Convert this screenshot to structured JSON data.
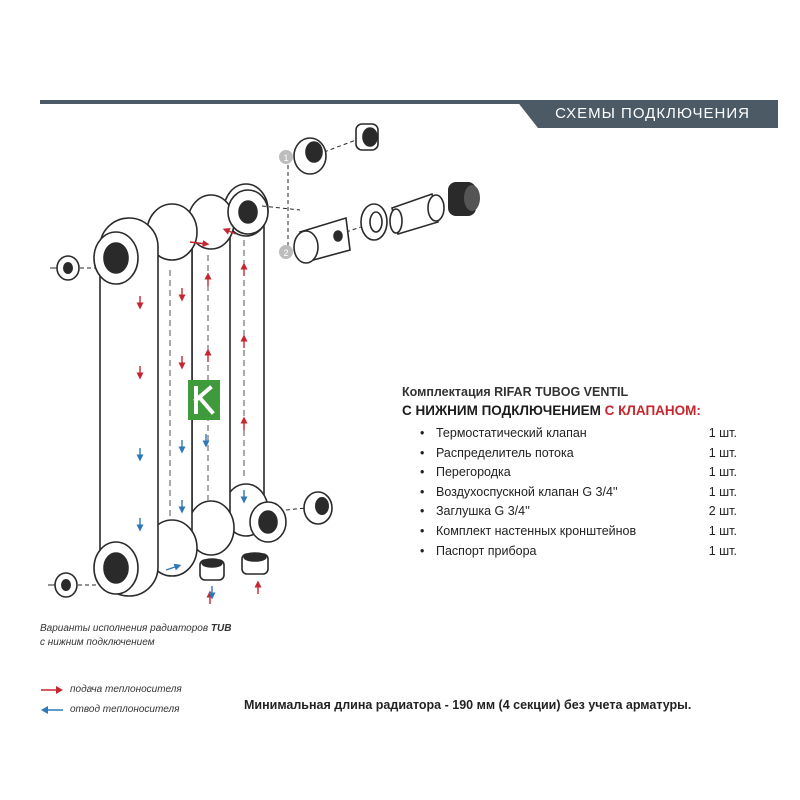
{
  "banner": {
    "title": "СХЕМЫ ПОДКЛЮЧЕНИЯ",
    "color": "#4b5a64"
  },
  "diagram": {
    "callouts": [
      "1",
      "2"
    ],
    "logo_color": "#3f9a3b",
    "supply_color": "#c6262e",
    "return_color": "#2f78b7"
  },
  "spec": {
    "heading": "Комплектация RIFAR TUBOG VENTIL",
    "sub_main": "С НИЖНИМ ПОДКЛЮЧЕНИЕМ ",
    "sub_accent": "С КЛАПАНОМ:",
    "bullet": "•",
    "items": [
      {
        "name": "Термостатический клапан",
        "qty": "1 шт."
      },
      {
        "name": "Распределитель потока",
        "qty": "1 шт."
      },
      {
        "name": "Перегородка",
        "qty": "1 шт."
      },
      {
        "name": "Воздухоспускной клапан G 3/4''",
        "qty": "1 шт."
      },
      {
        "name": "Заглушка G 3/4''",
        "qty": "2 шт."
      },
      {
        "name": "Комплект настенных кронштейнов",
        "qty": "1 шт."
      },
      {
        "name": "Паспорт прибора",
        "qty": "1 шт."
      }
    ]
  },
  "caption": {
    "line1": "Варианты исполнения радиаторов ",
    "line1_bold": "TUB",
    "line2": "с нижним подключением"
  },
  "legend": {
    "supply": "подача теплоносителя",
    "return": "отвод теплоносителя"
  },
  "footer_note": "Минимальная длина радиатора - 190 мм (4 секции) без учета арматуры."
}
